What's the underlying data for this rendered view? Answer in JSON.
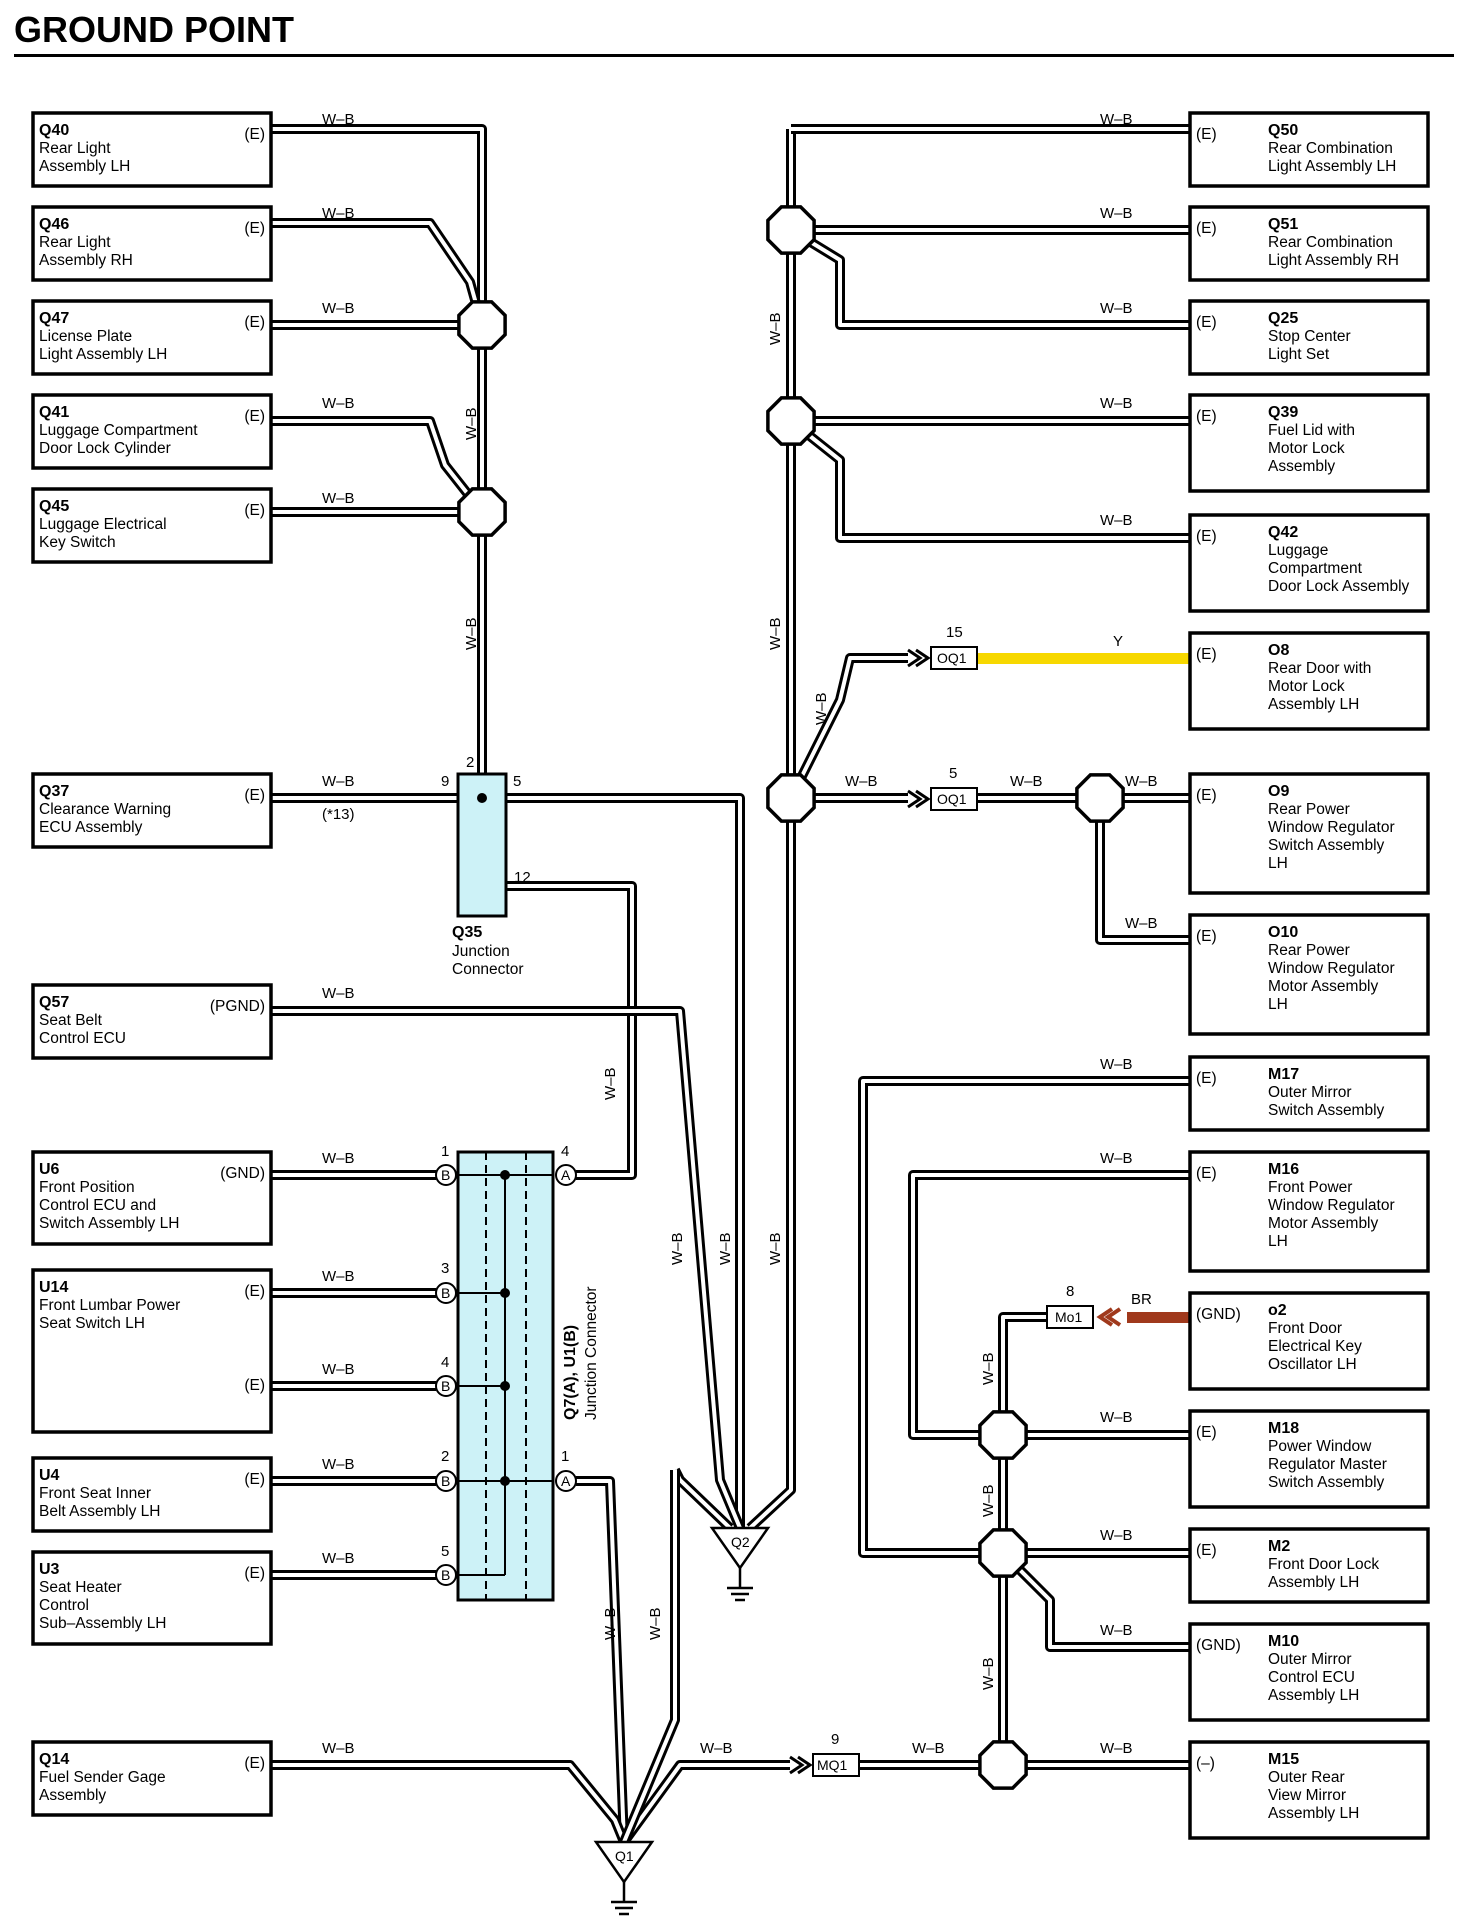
{
  "title": "GROUND POINT",
  "colors": {
    "wire": "#000000",
    "yellow": "#f7d800",
    "brown": "#a0391c",
    "junction_fill": "#cdf2f7"
  },
  "components": {
    "Q40": {
      "code": "Q40",
      "lines": [
        "Rear Light",
        "Assembly LH"
      ],
      "pin": "(E)"
    },
    "Q46": {
      "code": "Q46",
      "lines": [
        "Rear Light",
        "Assembly RH"
      ],
      "pin": "(E)"
    },
    "Q47": {
      "code": "Q47",
      "lines": [
        "License Plate",
        "Light Assembly LH"
      ],
      "pin": "(E)"
    },
    "Q41": {
      "code": "Q41",
      "lines": [
        "Luggage Compartment",
        "Door Lock Cylinder"
      ],
      "pin": "(E)"
    },
    "Q45": {
      "code": "Q45",
      "lines": [
        "Luggage Electrical",
        "Key Switch"
      ],
      "pin": "(E)"
    },
    "Q37": {
      "code": "Q37",
      "lines": [
        "Clearance Warning",
        "ECU Assembly"
      ],
      "pin": "(E)"
    },
    "Q57": {
      "code": "Q57",
      "lines": [
        "Seat Belt",
        "Control ECU"
      ],
      "pin": "(PGND)"
    },
    "U6": {
      "code": "U6",
      "lines": [
        "Front Position",
        "Control ECU and",
        "Switch Assembly LH"
      ],
      "pin": "(GND)"
    },
    "U14": {
      "code": "U14",
      "lines": [
        "Front Lumbar Power",
        "Seat Switch LH"
      ],
      "pin": "(E)",
      "pin2": "(E)"
    },
    "U4": {
      "code": "U4",
      "lines": [
        "Front Seat Inner",
        "Belt Assembly LH"
      ],
      "pin": "(E)"
    },
    "U3": {
      "code": "U3",
      "lines": [
        "Seat Heater",
        "Control",
        "Sub–Assembly LH"
      ],
      "pin": "(E)"
    },
    "Q14": {
      "code": "Q14",
      "lines": [
        "Fuel Sender Gage",
        "Assembly"
      ],
      "pin": "(E)"
    },
    "Q50": {
      "code": "Q50",
      "lines": [
        "Rear Combination",
        "Light Assembly LH"
      ],
      "pin": "(E)"
    },
    "Q51": {
      "code": "Q51",
      "lines": [
        "Rear Combination",
        "Light Assembly RH"
      ],
      "pin": "(E)"
    },
    "Q25": {
      "code": "Q25",
      "lines": [
        "Stop Center",
        "Light Set"
      ],
      "pin": "(E)"
    },
    "Q39": {
      "code": "Q39",
      "lines": [
        "Fuel Lid with",
        "Motor Lock",
        "Assembly"
      ],
      "pin": "(E)"
    },
    "Q42": {
      "code": "Q42",
      "lines": [
        "Luggage",
        "Compartment",
        "Door Lock Assembly"
      ],
      "pin": "(E)"
    },
    "O8": {
      "code": "O8",
      "lines": [
        "Rear Door with",
        "Motor Lock",
        "Assembly LH"
      ],
      "pin": "(E)"
    },
    "O9": {
      "code": "O9",
      "lines": [
        "Rear Power",
        "Window Regulator",
        "Switch Assembly",
        "LH"
      ],
      "pin": "(E)"
    },
    "O10": {
      "code": "O10",
      "lines": [
        "Rear Power",
        "Window Regulator",
        "Motor Assembly",
        "LH"
      ],
      "pin": "(E)"
    },
    "M17": {
      "code": "M17",
      "lines": [
        "Outer Mirror",
        "Switch Assembly"
      ],
      "pin": "(E)"
    },
    "M16": {
      "code": "M16",
      "lines": [
        "Front Power",
        "Window Regulator",
        "Motor Assembly",
        "LH"
      ],
      "pin": "(E)"
    },
    "o2": {
      "code": "o2",
      "lines": [
        "Front Door",
        "Electrical Key",
        "Oscillator LH"
      ],
      "pin": "(GND)"
    },
    "M18": {
      "code": "M18",
      "lines": [
        "Power Window",
        "Regulator Master",
        "Switch Assembly"
      ],
      "pin": "(E)"
    },
    "M2": {
      "code": "M2",
      "lines": [
        "Front Door Lock",
        "Assembly LH"
      ],
      "pin": "(E)"
    },
    "M10": {
      "code": "M10",
      "lines": [
        "Outer Mirror",
        "Control ECU",
        "Assembly LH"
      ],
      "pin": "(GND)"
    },
    "M15": {
      "code": "M15",
      "lines": [
        "Outer Rear",
        "View Mirror",
        "Assembly LH"
      ],
      "pin": "(–)"
    }
  },
  "wire_labels": {
    "wb": "W–B",
    "y": "Y",
    "br": "BR",
    "note13": "(*13)"
  },
  "junctions": {
    "Q35": {
      "code": "Q35",
      "lines": [
        "Junction",
        "Connector"
      ],
      "pins": [
        "2",
        "9",
        "5",
        "12"
      ]
    },
    "Q7U1": {
      "text1": "Q7(A), U1(B)",
      "text2": "Junction Connector",
      "pins": [
        "1",
        "3",
        "4",
        "2",
        "5",
        "4",
        "1"
      ],
      "letters": [
        "A",
        "B"
      ]
    }
  },
  "connectors": {
    "OQ1a": {
      "label": "OQ1",
      "pin": "15"
    },
    "OQ1b": {
      "label": "OQ1",
      "pin": "5"
    },
    "Mo1": {
      "label": "Mo1",
      "pin": "8"
    },
    "MQ1": {
      "label": "MQ1",
      "pin": "9"
    }
  },
  "grounds": {
    "Q1": {
      "label": "Q1"
    },
    "Q2": {
      "label": "Q2"
    }
  }
}
